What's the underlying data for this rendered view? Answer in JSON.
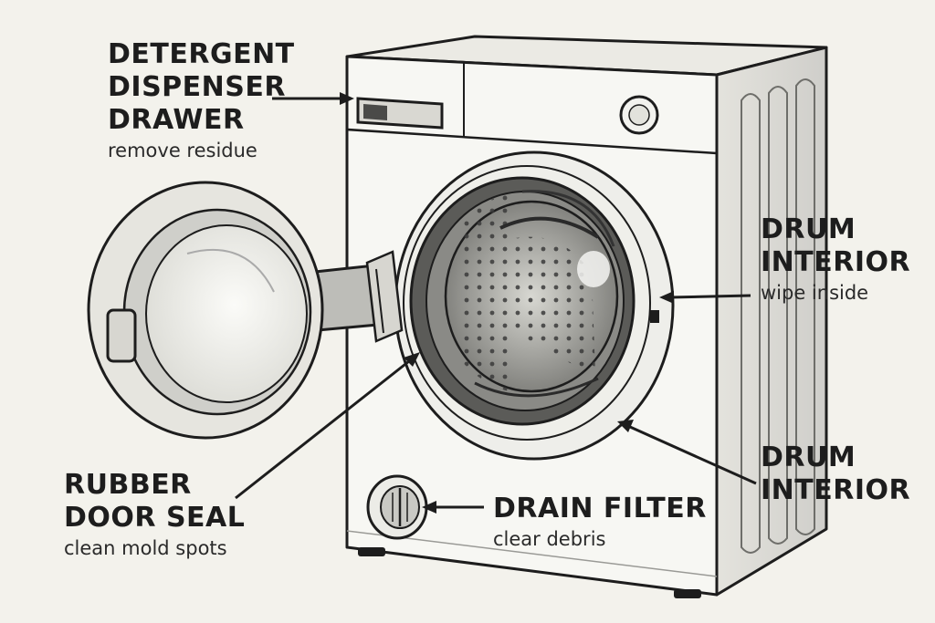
{
  "labels": {
    "detergent": {
      "title_lines": [
        "DETERGENT",
        "DISPENSER",
        "DRAWER"
      ],
      "note": "remove residue"
    },
    "drum_upper": {
      "title_lines": [
        "DRUM",
        "INTERIOR"
      ],
      "note": "wipe inside"
    },
    "drum_lower": {
      "title_lines": [
        "DRUM",
        "INTERIOR"
      ]
    },
    "seal": {
      "title_lines": [
        "RUBBER",
        "DOOR SEAL"
      ],
      "note": "clean mold spots"
    },
    "drain": {
      "title_lines": [
        "DRAIN FILTER"
      ],
      "note": "clear debris"
    }
  },
  "colors": {
    "background": "#f3f2ec",
    "ink": "#1d1d1d",
    "body_fill": "#f7f7f3",
    "metal": "#9a9a96"
  }
}
